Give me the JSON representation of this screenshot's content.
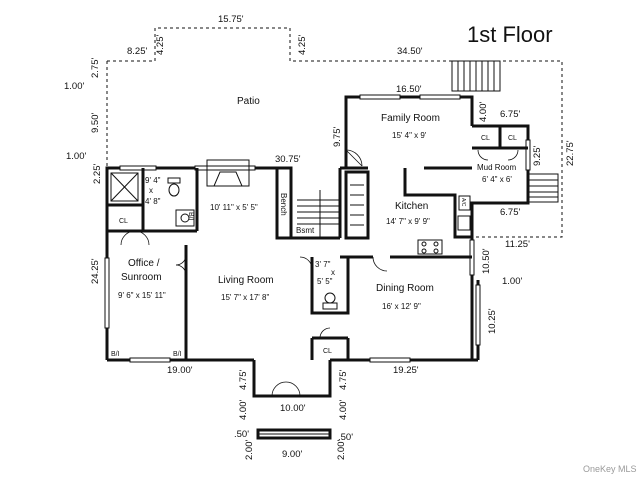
{
  "plan": {
    "title": "1st Floor",
    "watermark": "OneKey MLS"
  },
  "rooms": {
    "patio": "Patio",
    "family": {
      "name": "Family Room",
      "size": "15' 4\" x 9'"
    },
    "mud": {
      "name": "Mud Room",
      "size": "6' 4\" x 6'"
    },
    "kitchen": {
      "name": "Kitchen",
      "size": "14' 7\" x 9' 9\""
    },
    "living": {
      "name": "Living Room",
      "size": "15' 7\" x 17' 8\""
    },
    "dining": {
      "name": "Dining Room",
      "size": "16' x 12' 9\""
    },
    "office": {
      "name1": "Office /",
      "name2": "Sunroom",
      "size": "9' 6\" x 15' 11\""
    },
    "bath": {
      "w": "9' 4\"",
      "x": "x",
      "h": "4' 8\""
    },
    "hall": {
      "size": "10' 11\" x 5' 5\""
    },
    "powder": {
      "w": "3' 7\"",
      "x": "x",
      "h": "5' 5\""
    }
  },
  "labels": {
    "bench": "Bench",
    "bsmt": "Bsmt",
    "cl": "CL",
    "bi": "B/I",
    "ac": "A/C"
  },
  "dimensions": {
    "d1575": "15.75'",
    "d825": "8.25'",
    "d425": "4.25'",
    "d3450": "34.50'",
    "d275": "2.75'",
    "d100": "1.00'",
    "d950": "9.50'",
    "d1650": "16.50'",
    "d400": "4.00'",
    "d675": "6.75'",
    "d975": "9.75'",
    "d925": "9.25'",
    "d2275": "22.75'",
    "d3075": "30.75'",
    "d225": "2.25'",
    "d1125": "11.25'",
    "d2425": "24.25'",
    "d1050": "10.50'",
    "d1025": "10.25'",
    "d1900": "19.00'",
    "d1925": "19.25'",
    "d475": "4.75'",
    "d1000": "10.00'",
    "d050": ".50'",
    "d200": "2.00'",
    "d900": "9.00'"
  }
}
